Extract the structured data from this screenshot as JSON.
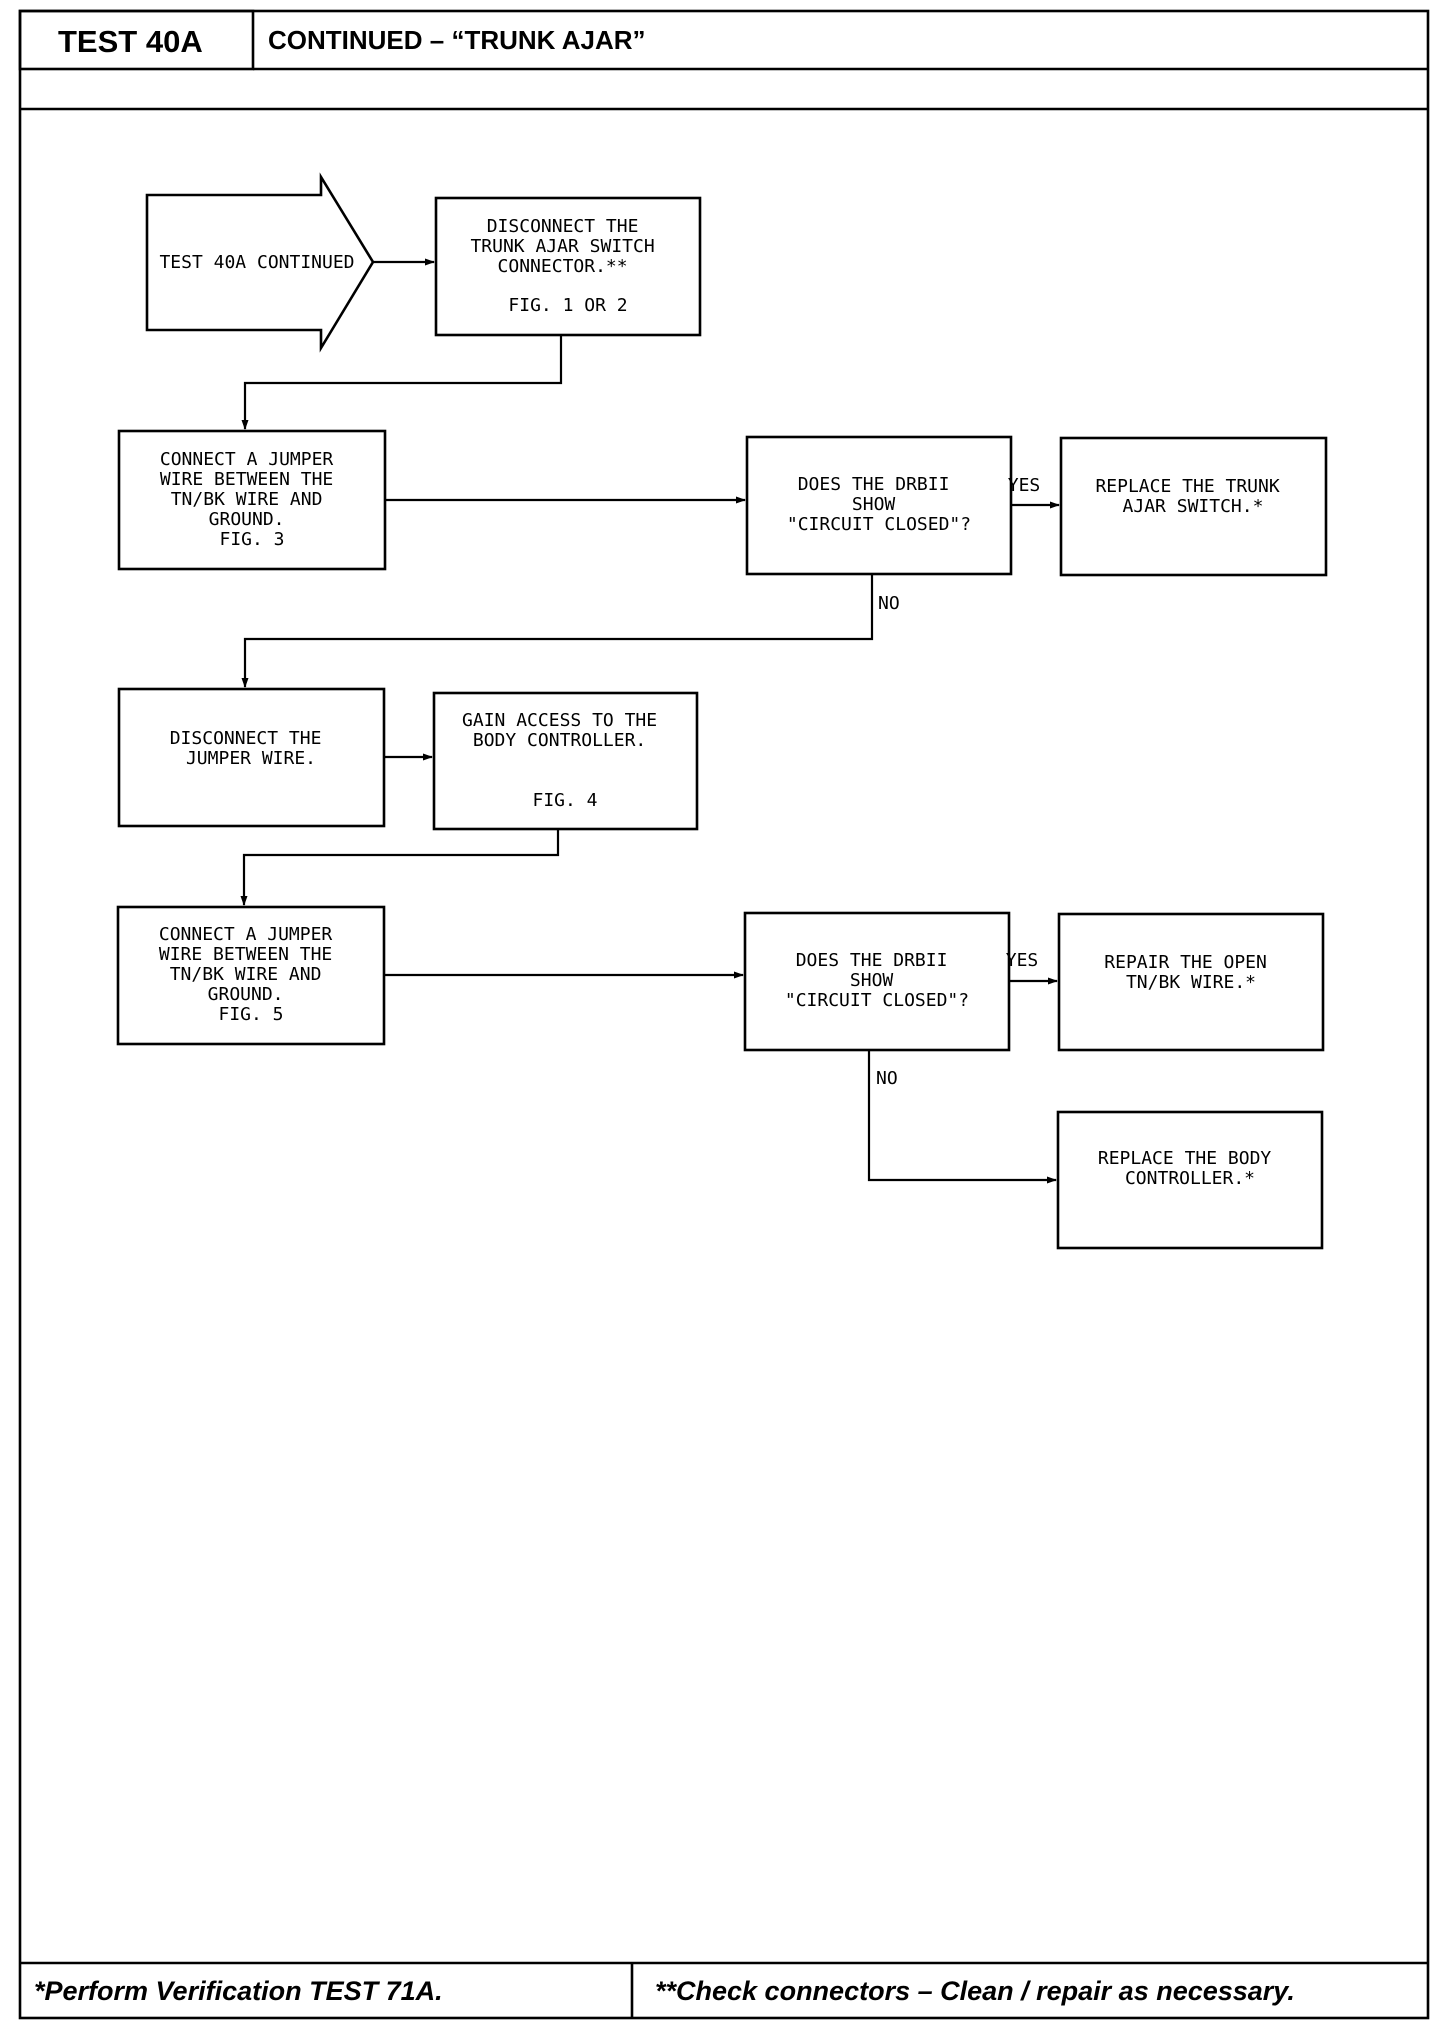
{
  "header": {
    "test_id": "TEST 40A",
    "title": "CONTINUED – “TRUNK AJAR”"
  },
  "flow": {
    "start": "TEST 40A CONTINUED",
    "disconnect_switch": [
      "DISCONNECT THE",
      "TRUNK AJAR SWITCH",
      "CONNECTOR.**",
      "FIG. 1 OR 2"
    ],
    "jumper_1": [
      "CONNECT A JUMPER",
      "WIRE BETWEEN THE",
      "TN/BK WIRE AND",
      "GROUND.",
      "FIG. 3"
    ],
    "question_1": [
      "DOES THE DRBII",
      "SHOW",
      "\"CIRCUIT CLOSED\"?"
    ],
    "replace_switch": [
      "REPLACE THE TRUNK",
      "AJAR SWITCH.*"
    ],
    "disconnect_jumper": [
      "DISCONNECT THE",
      "JUMPER WIRE."
    ],
    "gain_access": [
      "GAIN ACCESS TO THE",
      "BODY CONTROLLER.",
      "FIG. 4"
    ],
    "jumper_2": [
      "CONNECT A JUMPER",
      "WIRE BETWEEN THE",
      "TN/BK WIRE AND",
      "GROUND.",
      "FIG. 5"
    ],
    "question_2": [
      "DOES THE DRBII",
      "SHOW",
      "\"CIRCUIT CLOSED\"?"
    ],
    "repair_wire": [
      "REPAIR THE OPEN",
      "TN/BK WIRE.*"
    ],
    "replace_controller": [
      "REPLACE THE BODY",
      "CONTROLLER.*"
    ],
    "yes_label": "YES",
    "no_label": "NO"
  },
  "footer": {
    "note_verify": "*Perform Verification TEST 71A.",
    "note_connectors": "**Check connectors – Clean / repair as necessary."
  }
}
